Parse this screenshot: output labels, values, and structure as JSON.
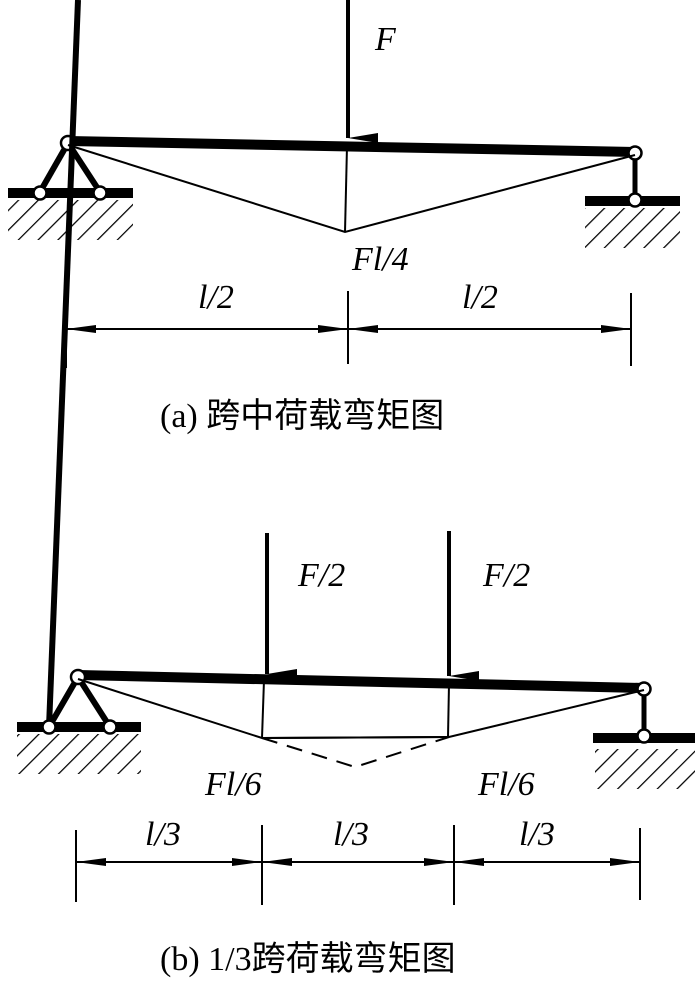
{
  "diagram_a": {
    "load_label": "F",
    "moment_label": "Fl/4",
    "dim_labels": [
      "l/2",
      "l/2"
    ],
    "caption": "(a)  跨中荷载弯矩图"
  },
  "diagram_b": {
    "load_labels": [
      "F/2",
      "F/2"
    ],
    "moment_labels": [
      "Fl/6",
      "Fl/6"
    ],
    "dim_labels": [
      "l/3",
      "l/3",
      "l/3"
    ],
    "caption": "(b)  1/3跨荷载弯矩图"
  },
  "colors": {
    "ink": "#000000",
    "background": "#ffffff"
  }
}
